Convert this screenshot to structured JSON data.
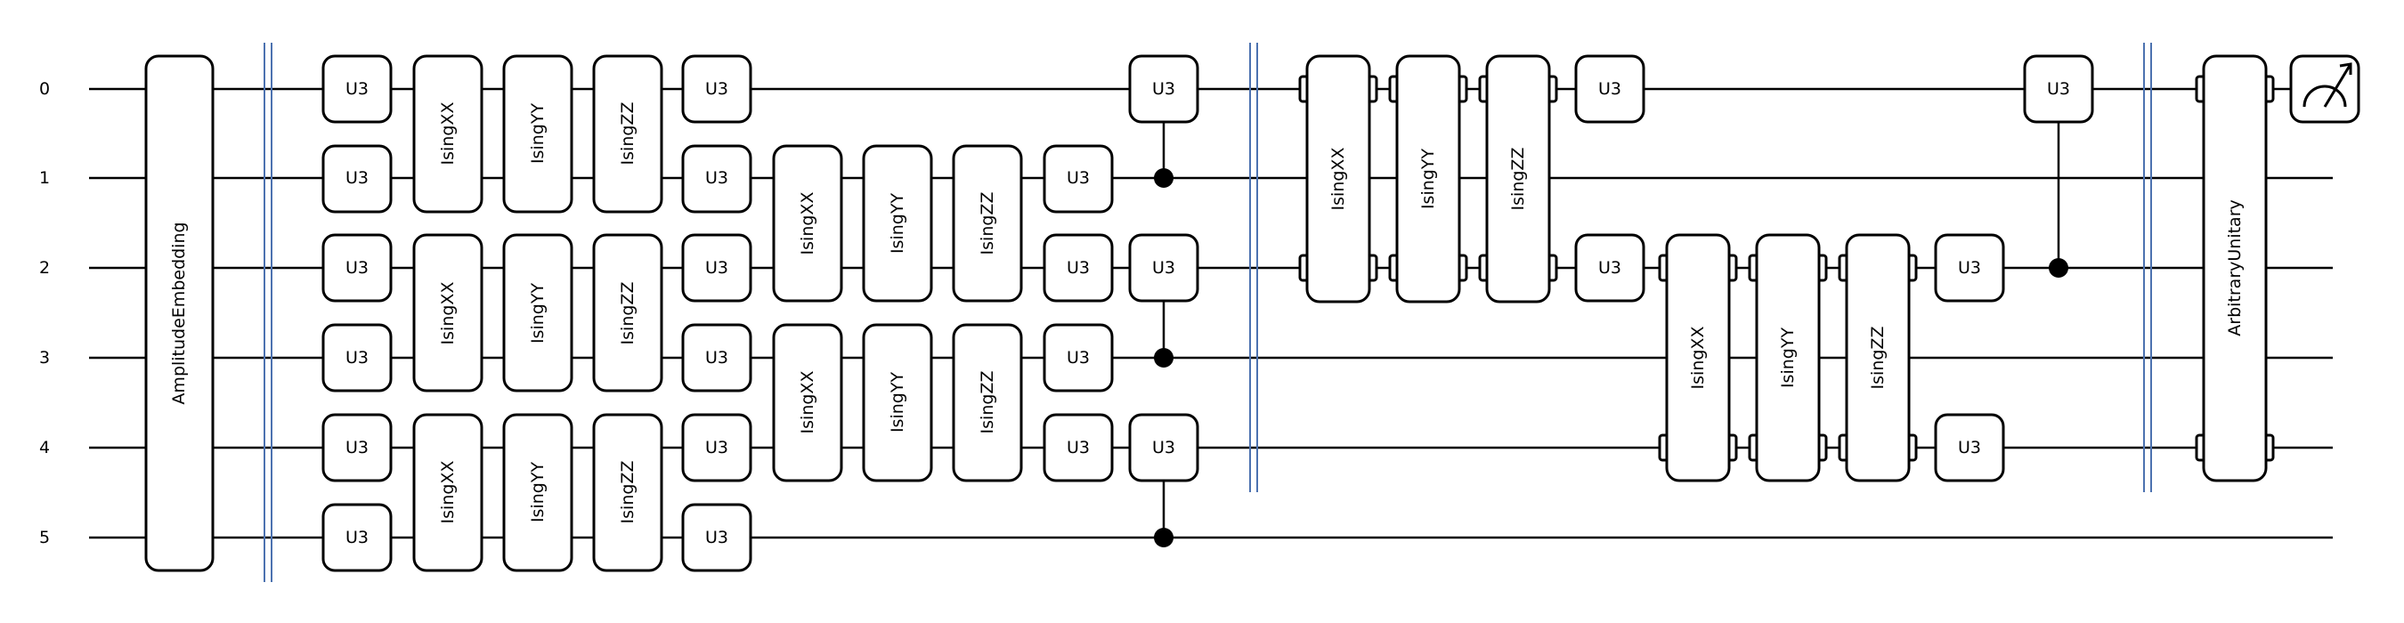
{
  "wire_labels": [
    "0",
    "1",
    "2",
    "3",
    "4",
    "5"
  ],
  "gates": {
    "embedding": "AmplitudeEmbedding",
    "u3": "U3",
    "ising_xx": "IsingXX",
    "ising_yy": "IsingYY",
    "ising_zz": "IsingZZ",
    "arbitrary_unitary": "ArbitraryUnitary"
  },
  "colors": {
    "barrier": "#4c72b0",
    "line": "#000000",
    "fill": "#ffffff"
  },
  "icons": {
    "measurement": "measurement-meter-icon"
  }
}
